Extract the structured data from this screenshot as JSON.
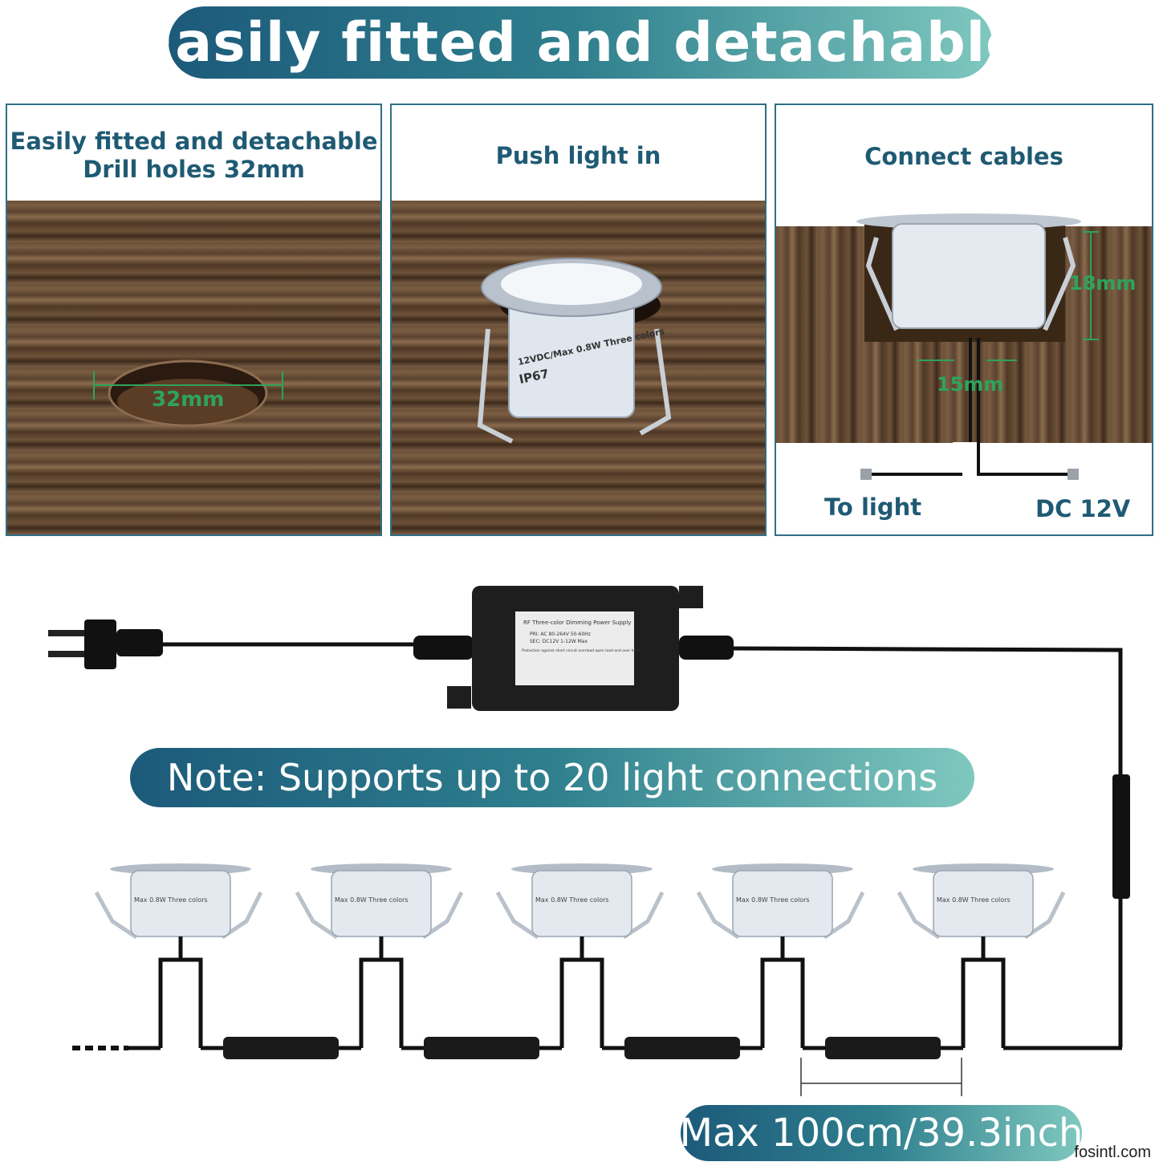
{
  "title": "Easily fitted and detachable",
  "panels": [
    {
      "caption_line1": "Easily fitted and detachable",
      "caption_line2": "Drill holes 32mm",
      "hole_label": "32mm"
    },
    {
      "caption": "Push light in",
      "light_text": "12VDC/Max 0.8W Three colors",
      "ip_rating": "IP67"
    },
    {
      "caption": "Connect cables",
      "height_label": "18mm",
      "width_label": "15mm",
      "left_label": "To light",
      "right_label": "DC 12V"
    }
  ],
  "power_supply": {
    "label_title": "RF Three-color Dimming Power Supply",
    "label_pri": "PRI: AC 80-264V  50-60Hz",
    "label_sec": "SEC: DC12V       1-12W Max",
    "label_warning": "Protection against short circuit overload open load and over heat"
  },
  "note": "Note: Supports up to 20 light connections",
  "light_label": "Max 0.8W Three colors",
  "spacing": "Max 100cm/39.3inch",
  "watermark": "fosintl.com"
}
